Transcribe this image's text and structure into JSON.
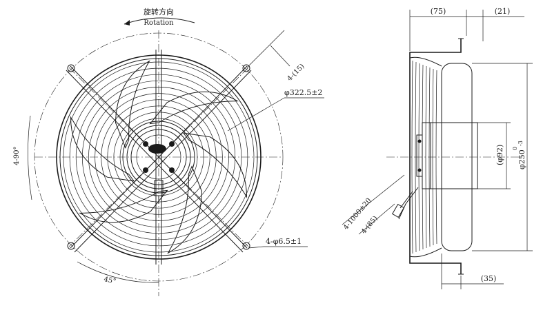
{
  "front_view": {
    "rotation_label_cn": "旋转方向",
    "rotation_label_en": "Rotation",
    "blade_count": 6,
    "guard_ring_count": 10,
    "dimensions": {
      "mount_slot": "4-(15)",
      "bolt_circle": "φ322.5±2",
      "hole_callout": "4-φ6.5±1",
      "angle_spacing": "4-90°",
      "angle_offset": "45°"
    }
  },
  "side_view": {
    "dimensions": {
      "depth_overall": "(75)",
      "flange_offset": "(21)",
      "motor_diameter": "(φ92)",
      "guard_diameter": "φ250",
      "guard_diameter_tol": "0",
      "guard_diameter_tol_low": "-3",
      "cable_length": "4-1000±20",
      "cable_strip": "4-(85)",
      "base_depth": "(35)"
    }
  },
  "colors": {
    "ink": "#1a1a1a",
    "background": "#ffffff"
  }
}
